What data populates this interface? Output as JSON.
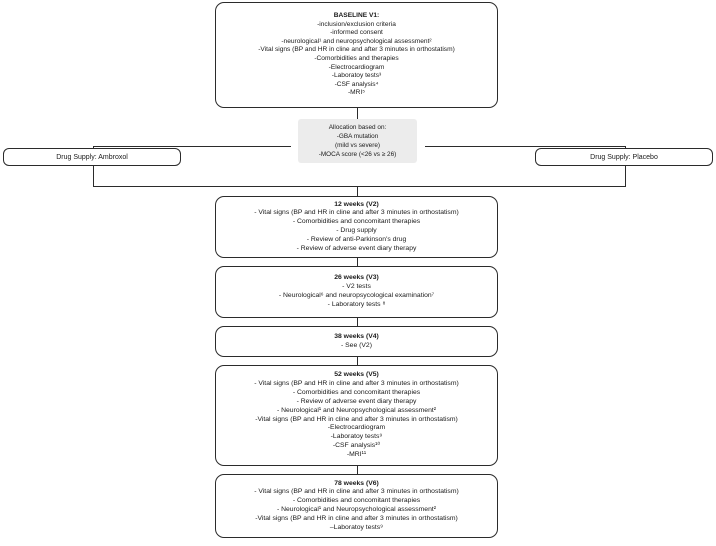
{
  "diagram": {
    "title": "Clinical trial study flowchart",
    "colors": {
      "line": "#2b2b2b",
      "allocation_bg": "#ececec",
      "box_bg": "#ffffff",
      "text": "#1a1a1a"
    }
  },
  "baseline": {
    "title": "BASELINE V1:",
    "items": [
      "-inclusion/exclusion criteria",
      "-informed consent",
      "-neurological¹ and neuropsychological assessment²",
      "-Vital signs (BP and HR in cline and after 3 minutes in orthostatism)",
      "-Comorbidities and therapies",
      "-Electrocardiogram",
      "-Laboratoy tests³",
      "-CSF analysis⁴",
      "-MRI⁵"
    ]
  },
  "allocation": {
    "title": "Allocation based on:",
    "items": [
      "-GBA mutation",
      "(mild vs severe)",
      "-MOCA score (<26 vs ≥ 26)"
    ]
  },
  "arms": {
    "left": "Drug Supply: Ambroxol",
    "right": "Drug Supply: Placebo"
  },
  "visits": [
    {
      "id": "v2",
      "title": "12 weeks (V2)",
      "items": [
        "-        Vital signs (BP and HR in cline and after 3 minutes in orthostatism)",
        "-         Comorbidities and concomitant therapies",
        "-           Drug supply",
        "-        Review of anti-Parkinson's drug",
        "-        Review of adverse event diary  therapy"
      ]
    },
    {
      "id": "v3",
      "title": "26 weeks (V3)",
      "items": [
        "-           V2  tests",
        "-     Neurological⁶ and neuropsycological examination⁷",
        "-         Laboratory tests ⁸"
      ]
    },
    {
      "id": "v4",
      "title": "38 weeks (V4)",
      "items": [
        "-      See (V2)"
      ]
    },
    {
      "id": "v5",
      "title": "52 weeks (V5)",
      "items": [
        "-       Vital signs (BP and HR in cline and after 3 minutes in orthostatism)",
        "-          Comorbidities and concomitant therapies",
        "-        Review of adverse event diary  therapy",
        "-       Neurological¹ and Neuropsychological assessment²",
        "-Vital signs (BP and HR in cline and after 3 minutes in orthostatism)",
        "-Electrocardiogram",
        "-Laboratoy tests⁹",
        "-CSF analysis¹⁰",
        "-MRI¹¹"
      ]
    },
    {
      "id": "v6",
      "title": "78 weeks (V6)",
      "items": [
        "-       Vital signs (BP and HR in cline and after 3 minutes in orthostatism)",
        "-          Comorbidities and concomitant therapies",
        "-       Neurological¹ and Neuropsychological assessment²",
        "-Vital signs (BP and HR in cline and after 3 minutes in orthostatism)",
        "–Laboratoy tests⁹"
      ]
    }
  ]
}
